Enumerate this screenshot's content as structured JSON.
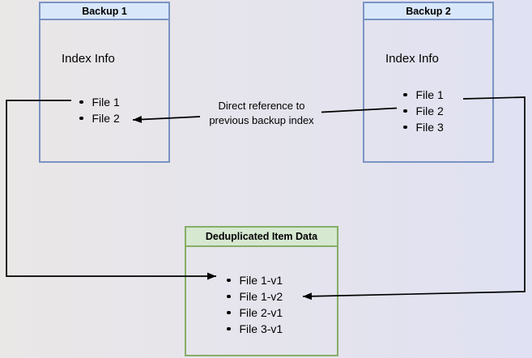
{
  "backup1": {
    "title": "Backup 1",
    "section_label": "Index Info",
    "items": [
      "File 1",
      "File 2"
    ]
  },
  "backup2": {
    "title": "Backup 2",
    "section_label": "Index Info",
    "items": [
      "File 1",
      "File 2",
      "File 3"
    ]
  },
  "dedup": {
    "title": "Deduplicated Item Data",
    "items": [
      "File 1-v1",
      "File 1-v2",
      "File 2-v1",
      "File 3-v1"
    ]
  },
  "annotation": {
    "line1": "Direct reference to",
    "line2": "previous backup index"
  },
  "colors": {
    "bg_left": "#eae7e7",
    "bg_right": "#e0e1f2",
    "blue_fill": "#d9e7fa",
    "blue_border": "#7b94c3",
    "green_fill": "#d7e8d1",
    "green_border": "#85ae67",
    "arrow": "#000000"
  }
}
